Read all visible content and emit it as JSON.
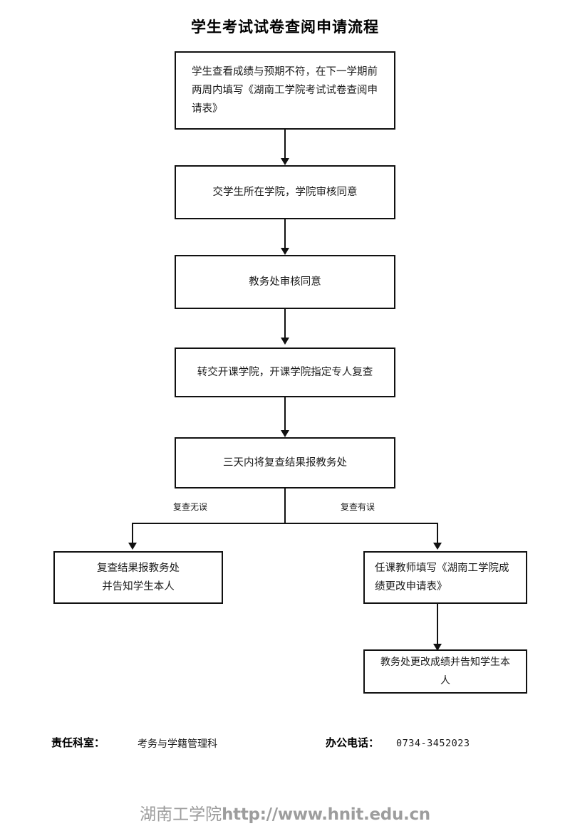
{
  "document": {
    "title": "学生考试试卷查阅申请流程"
  },
  "flow": {
    "nodes": [
      {
        "id": "apply-form",
        "label": "学生查看成绩与预期不符，在下一学期前两周内填写《湖南工学院考试试卷查阅申请表》"
      },
      {
        "id": "college-review",
        "label": "交学生所在学院，学院审核同意"
      },
      {
        "id": "academic-affairs-review",
        "label": "教务处审核同意"
      },
      {
        "id": "transfer-to-teaching-college",
        "label": "转交开课学院，开课学院指定专人复查"
      },
      {
        "id": "report-within-three-days",
        "label": "三天内将复查结果报教务处"
      },
      {
        "id": "result-correct",
        "label_line1": "复查结果报教务处",
        "label_line2": "并告知学生本人"
      },
      {
        "id": "teacher-change-form",
        "label": "任课教师填写《湖南工学院成绩更改申请表》"
      },
      {
        "id": "office-change-grade",
        "label": "教务处更改成绩并告知学生本人"
      }
    ],
    "branch_labels": {
      "left": "复查无误",
      "right": "复查有误"
    }
  },
  "footer": {
    "department_label": "责任科室：",
    "department_value": "考务与学籍管理科",
    "phone_label": "办公电话：",
    "phone_value": "0734-3452023"
  },
  "watermark": {
    "org": "湖南工学院",
    "url": "http://www.hnit.edu.cn"
  },
  "colors": {
    "line": "#111111",
    "text": "#1a1a1a",
    "watermark": "#9d9d9d",
    "background": "#ffffff"
  }
}
